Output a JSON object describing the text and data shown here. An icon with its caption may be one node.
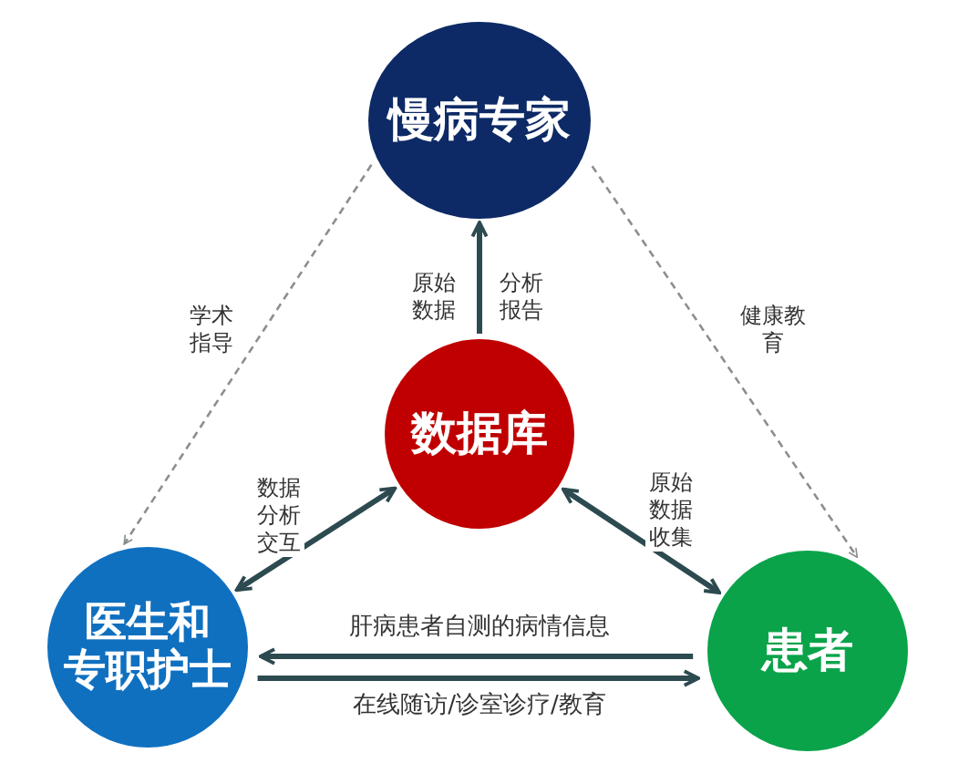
{
  "diagram": {
    "nodes": [
      {
        "text": [
          "慢病专家"
        ]
      },
      {
        "text": [
          "数据库"
        ]
      },
      {
        "text": [
          "医生和专职护士"
        ]
      },
      {
        "text": [
          "患者"
        ]
      }
    ],
    "edges": [
      {
        "from": 1,
        "to": 0,
        "arrow": "to",
        "label": "原始数据"
      },
      {
        "from": 0,
        "to": 2,
        "arrow": "to",
        "label": "学术指导",
        "style": "dashed",
        "color": "#8a8f91"
      },
      {
        "from": 0,
        "to": 3,
        "arrow": "to",
        "label": "健康教育",
        "style": "dashed",
        "color": "#8a8f91"
      },
      {
        "from": 1,
        "to": 2,
        "arrow": "both",
        "label": "数据分析交互"
      },
      {
        "from": 1,
        "to": 3,
        "arrow": "both",
        "label": "原始数据收集"
      },
      {
        "from": 3,
        "to": 2,
        "arrow": "to",
        "label": "肝病患者自测的病情信息"
      },
      {
        "from": 2,
        "to": 3,
        "arrow": "to",
        "label": "在线随访/诊室诊疗/教育"
      }
    ],
    "labels": [
      "分析报告"
    ]
  }
}
